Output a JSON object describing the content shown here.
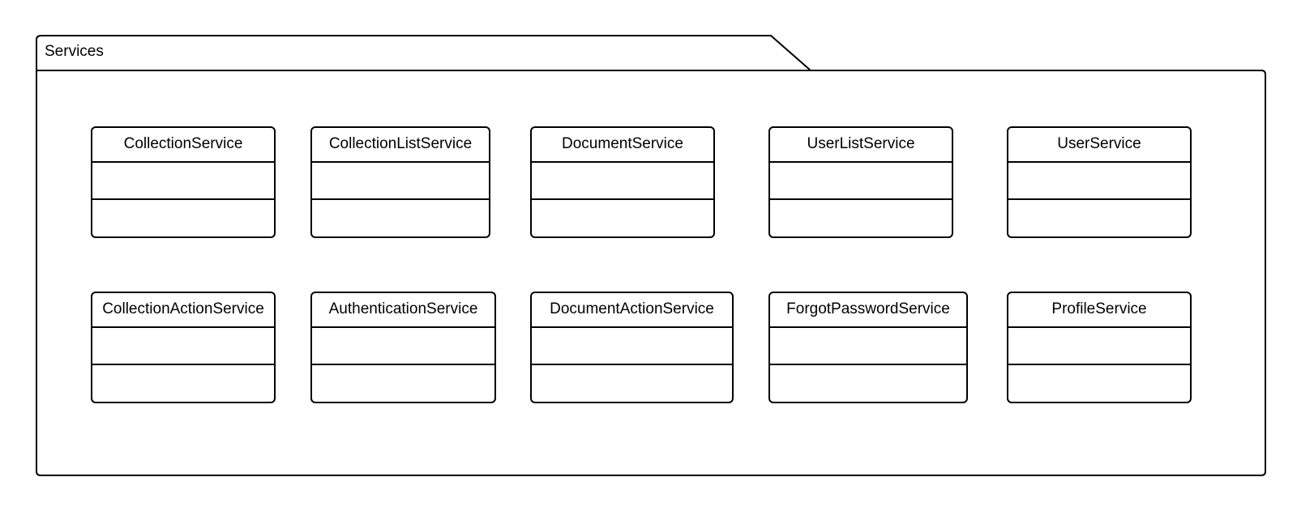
{
  "package": {
    "name": "Services"
  },
  "classes": [
    {
      "name": "CollectionService"
    },
    {
      "name": "CollectionListService"
    },
    {
      "name": "DocumentService"
    },
    {
      "name": "UserListService"
    },
    {
      "name": "UserService"
    },
    {
      "name": "CollectionActionService"
    },
    {
      "name": "AuthenticationService"
    },
    {
      "name": "DocumentActionService"
    },
    {
      "name": "ForgotPasswordService"
    },
    {
      "name": "ProfileService"
    }
  ],
  "colors": {
    "stroke": "#000000",
    "fill": "#ffffff"
  }
}
